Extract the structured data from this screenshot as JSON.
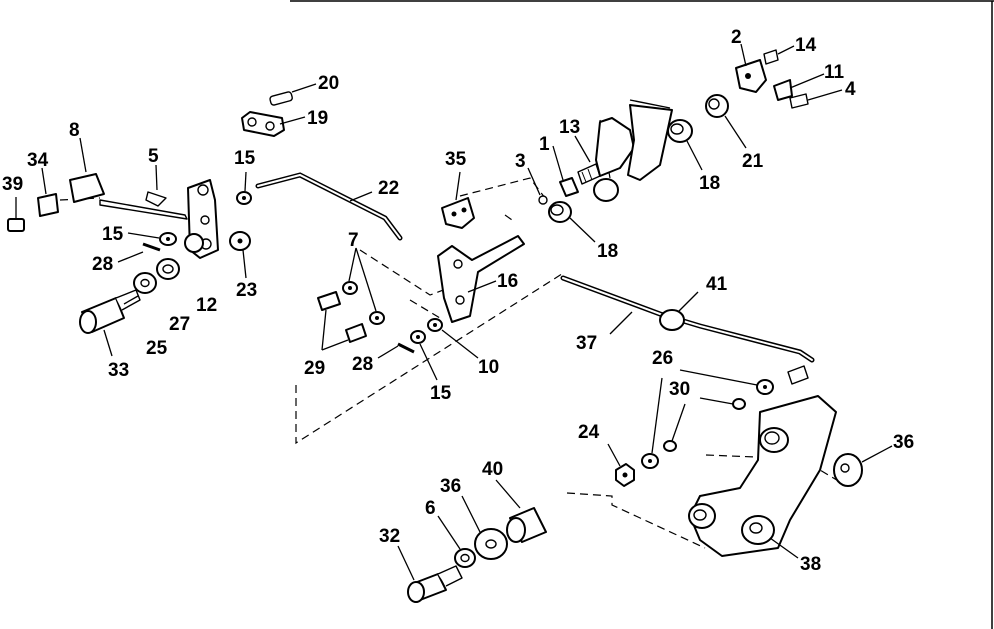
{
  "callouts": {
    "c1": "1",
    "c2": "2",
    "c3": "3",
    "c4": "4",
    "c5": "5",
    "c6": "6",
    "c7": "7",
    "c8": "8",
    "c10": "10",
    "c11": "11",
    "c12": "12",
    "c13": "13",
    "c14": "14",
    "c15a": "15",
    "c15b": "15",
    "c15c": "15",
    "c16": "16",
    "c18a": "18",
    "c18b": "18",
    "c19": "19",
    "c20": "20",
    "c21": "21",
    "c22": "22",
    "c23": "23",
    "c24": "24",
    "c25": "25",
    "c26": "26",
    "c27": "27",
    "c28a": "28",
    "c28b": "28",
    "c29": "29",
    "c30": "30",
    "c32": "32",
    "c33": "33",
    "c34": "34",
    "c35": "35",
    "c36a": "36",
    "c36b": "36",
    "c37": "37",
    "c38": "38",
    "c39": "39",
    "c40": "40",
    "c41": "41"
  }
}
